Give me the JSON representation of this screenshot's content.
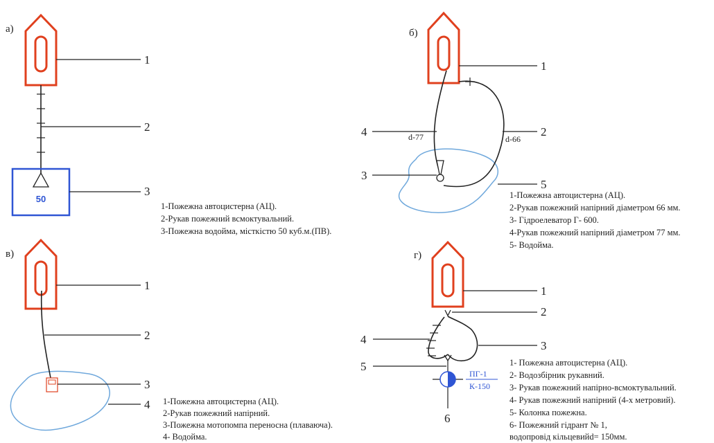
{
  "panels": {
    "a": {
      "label": "а)",
      "callouts": [
        "1",
        "2",
        "3"
      ],
      "reservoir_volume": "50",
      "legend": [
        "1-Пожежна автоцистерна (АЦ).",
        "2-Рукав пожежний всмоктувальний.",
        "3-Пожежна водойма, місткістю 50 куб.м.(ПВ)."
      ]
    },
    "b": {
      "label": "б)",
      "callouts": [
        "1",
        "2",
        "3",
        "4",
        "5"
      ],
      "hose_left": "d-77",
      "hose_right": "d-66",
      "legend": [
        "1-Пожежна автоцистерна (АЦ).",
        "2-Рукав пожежний напірний діаметром 66 мм.",
        "3- Гідроелеватор Г- 600.",
        "4-Рукав пожежний напірний діаметром 77 мм.",
        "5- Водойма."
      ]
    },
    "v": {
      "label": "в)",
      "callouts": [
        "1",
        "2",
        "3",
        "4"
      ],
      "legend": [
        "1-Пожежна автоцистерна (АЦ).",
        "2-Рукав пожежний напірний.",
        "3-Пожежна мотопомпа переносна (плаваюча).",
        "4- Водойма."
      ]
    },
    "g": {
      "label": "г)",
      "callouts": [
        "1",
        "2",
        "3",
        "4",
        "5",
        "6"
      ],
      "hydrant_top": "ПГ-1",
      "hydrant_bottom": "К-150",
      "legend": [
        "1- Пожежна автоцистерна (АЦ).",
        "2- Водозбірник рукавний.",
        "3-  Рукав пожежний напірно-всмоктувальний.",
        "4- Рукав пожежний напірний (4-х метровий).",
        "5- Колонка пожежна.",
        "6- Пожежний гідрант № 1,",
        "водопровід кільцевийd= 150мм."
      ]
    }
  },
  "colors": {
    "truck": "#e0401e",
    "water": "#6fa8dc",
    "reservoir": "#2f55d4",
    "hydrant": "#2f55d4",
    "line": "#222222"
  }
}
